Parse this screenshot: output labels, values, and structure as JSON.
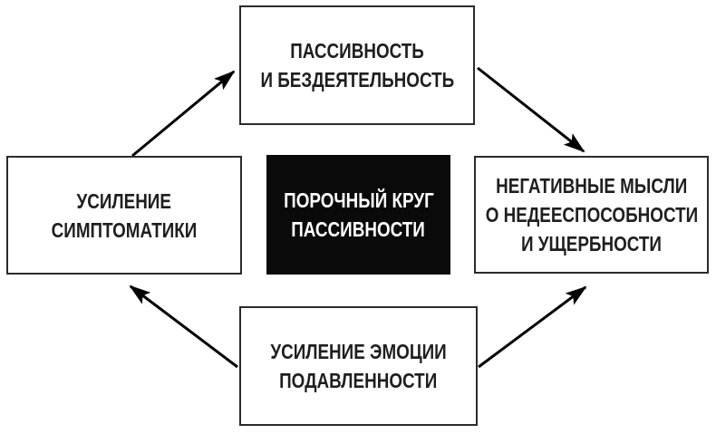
{
  "diagram": {
    "type": "cycle-diagram",
    "title": "ПОРОЧНЫЙ КРУГ ПАССИВНОСТИ",
    "nodes": {
      "center": {
        "id": "center",
        "role": "title-node",
        "lines": [
          "ПОРОЧНЫЙ КРУГ",
          "ПАССИВНОСТИ"
        ],
        "text": "ПОРОЧНЫЙ КРУГ ПАССИВНОСТИ"
      },
      "top": {
        "id": "top",
        "lines": [
          "ПАССИВНОСТЬ",
          "И БЕЗДЕЯТЕЛЬНОСТЬ"
        ],
        "text": "ПАССИВНОСТЬ И БЕЗДЕЯТЕЛЬНОСТЬ"
      },
      "right": {
        "id": "right",
        "lines": [
          "НЕГАТИВНЫЕ МЫСЛИ",
          "О НЕДЕЕСПОСОБНОСТИ",
          "И УЩЕРБНОСТИ"
        ],
        "text": "НЕГАТИВНЫЕ МЫСЛИ О НЕДЕЕСПОСОБНОСТИ И УЩЕРБНОСТИ"
      },
      "bottom": {
        "id": "bottom",
        "lines": [
          "УСИЛЕНИЕ ЭМОЦИИ",
          "ПОДАВЛЕННОСТИ"
        ],
        "text": "УСИЛЕНИЕ ЭМОЦИИ ПОДАВЛЕННОСТИ"
      },
      "left": {
        "id": "left",
        "lines": [
          "УСИЛЕНИЕ",
          "СИМПТОМАТИКИ"
        ],
        "text": "УСИЛЕНИЕ СИМПТОМАТИКИ"
      }
    },
    "edges": [
      {
        "from": "left",
        "to": "top"
      },
      {
        "from": "top",
        "to": "right"
      },
      {
        "from": "bottom",
        "to": "right"
      },
      {
        "from": "bottom",
        "to": "left"
      }
    ],
    "colors": {
      "background": "#ffffff",
      "node_background": "#ffffff",
      "node_border": "#2b2b2b",
      "node_text": "#1f1f1f",
      "center_background": "#0a0a0a",
      "center_text": "#ffffff",
      "arrow": "#000000"
    }
  }
}
